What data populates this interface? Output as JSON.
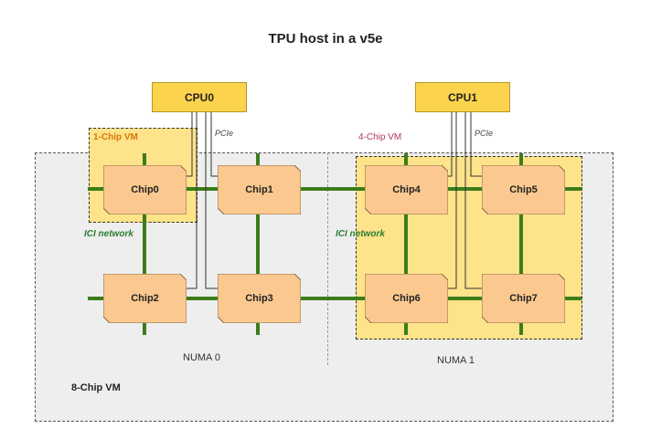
{
  "title": "TPU host in a v5e",
  "cpus": [
    {
      "label": "CPU0"
    },
    {
      "label": "CPU1"
    }
  ],
  "chips": [
    {
      "label": "Chip0"
    },
    {
      "label": "Chip1"
    },
    {
      "label": "Chip2"
    },
    {
      "label": "Chip3"
    },
    {
      "label": "Chip4"
    },
    {
      "label": "Chip5"
    },
    {
      "label": "Chip6"
    },
    {
      "label": "Chip7"
    }
  ],
  "vm_labels": {
    "one_chip": "1-Chip VM",
    "four_chip": "4-Chip VM",
    "eight_chip": "8-Chip VM"
  },
  "interconnect": {
    "ici": "ICI network",
    "pcie": "PCIe"
  },
  "numa": {
    "numa0": "NUMA 0",
    "numa1": "NUMA 1"
  },
  "colors": {
    "chip_fill": "#fbc98f",
    "chip_stroke": "#8a6a4a",
    "cpu_fill": "#fcd34d",
    "vm_fill": "#fde38a",
    "ici_green": "#3b7d1a",
    "background_vm": "#eeeeee"
  }
}
